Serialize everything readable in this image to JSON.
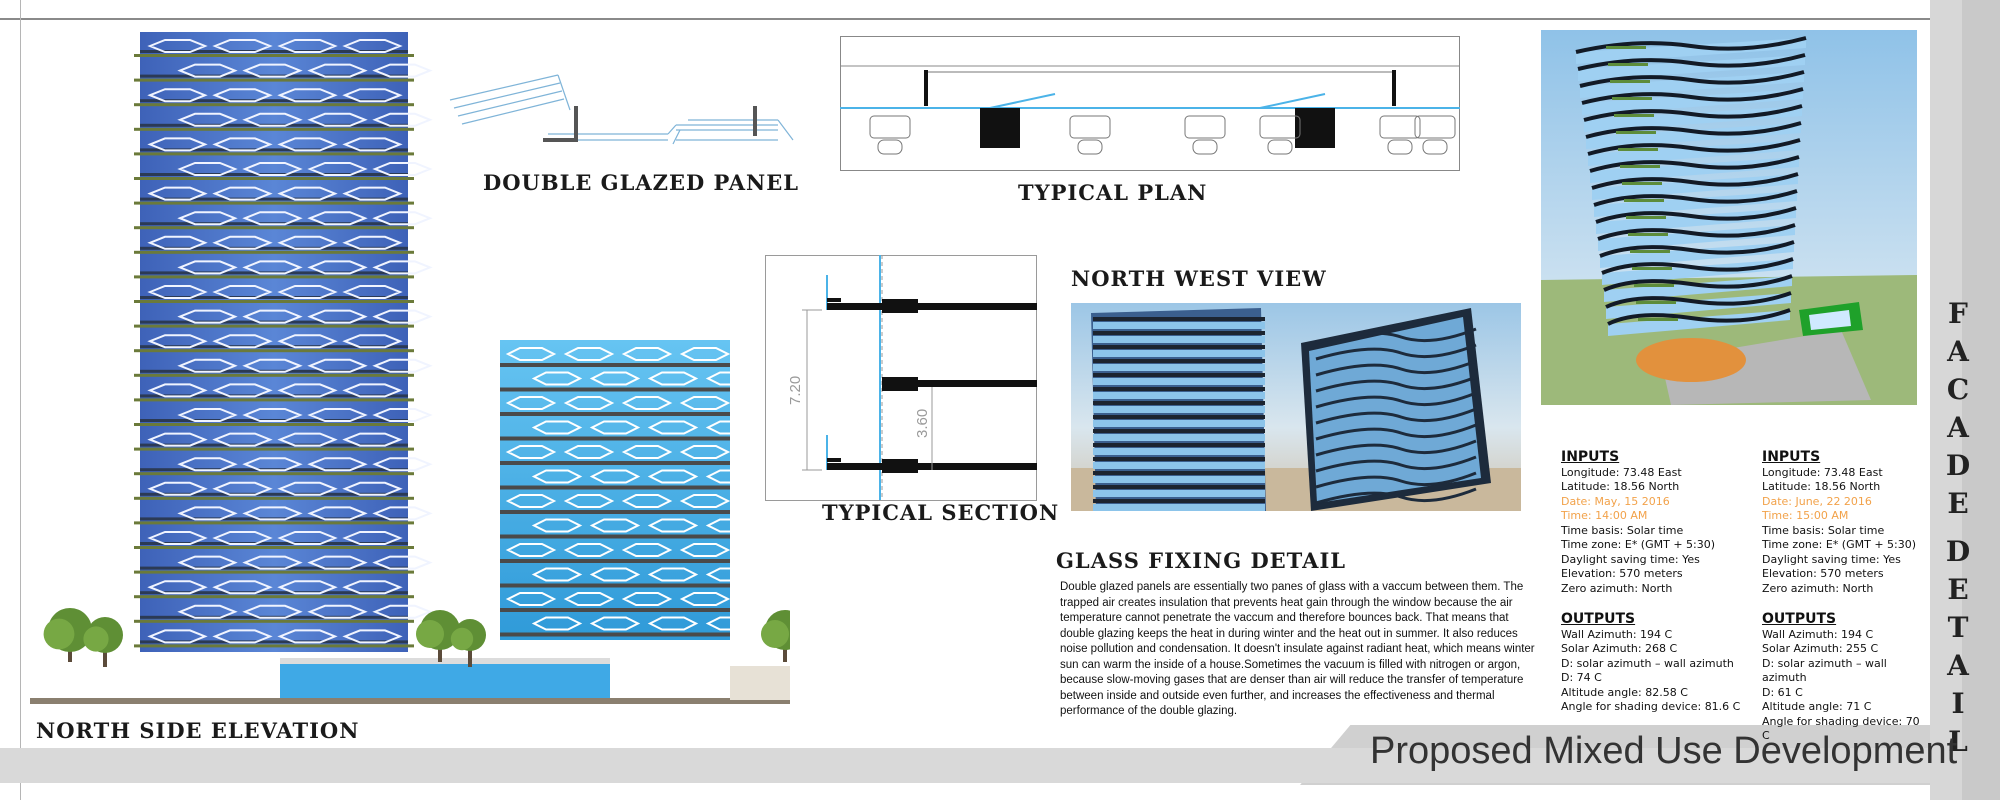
{
  "labels": {
    "double_glazed_panel": "DOUBLE GLAZED PANEL",
    "typical_plan": "TYPICAL PLAN",
    "typical_section": "TYPICAL SECTION",
    "north_west_view": "NORTH WEST VIEW",
    "glass_fixing_detail": "GLASS FIXING DETAIL",
    "north_side_elevation": "NORTH SIDE ELEVATION",
    "footer_title": "Proposed Mixed Use Development",
    "side_title_letters_1": [
      "F",
      "A",
      "C",
      "A",
      "D",
      "E"
    ],
    "side_title_letters_2": [
      "D",
      "E",
      "T",
      "A",
      "I",
      "L"
    ]
  },
  "section_dims": {
    "dim_a": "7.20",
    "dim_b": "3.60"
  },
  "glass_fixing_paragraph": "Double glazed panels are essentially two panes of glass with a vaccum between them. The trapped air creates insulation that prevents heat gain through the window because the air temperature cannot penetrate the vaccum and therefore bounces back. That means that double glazing keeps the heat in during winter and the heat out in summer. It also reduces noise pollution and condensation. It doesn't insulate against radiant heat, which means winter sun can warm the inside of a house.Sometimes the vacuum is filled with nitrogen or argon, because slow-moving gases that are denser than air will reduce the transfer of temperature between inside and outside even further, and increases the effectiveness and thermal performance of the double glazing.",
  "solar_data": [
    {
      "inputs_heading": "INPUTS",
      "longitude": "Longitude: 73.48 East",
      "latitude": "Latitude: 18.56 North",
      "date": "Date: May, 15 2016",
      "time": "Time: 14:00 AM",
      "time_basis": "Time basis: Solar time",
      "time_zone": "Time zone: E* (GMT + 5:30)",
      "daylight": "Daylight saving time: Yes",
      "elevation": "Elevation: 570 meters",
      "zero_azimuth": "Zero azimuth: North",
      "outputs_heading": "OUTPUTS",
      "wall_azimuth": "Wall Azimuth: 194 C",
      "solar_azimuth": "Solar Azimuth: 268 C",
      "d_formula": "D: solar azimuth – wall azimuth",
      "d_value": "D: 74 C",
      "altitude": "Altitude angle: 82.58 C",
      "shading": "Angle for shading device: 81.6 C"
    },
    {
      "inputs_heading": "INPUTS",
      "longitude": "Longitude: 73.48 East",
      "latitude": "Latitude: 18.56 North",
      "date": "Date: June, 22 2016",
      "time": "Time: 15:00 AM",
      "time_basis": "Time basis: Solar time",
      "time_zone": "Time zone: E* (GMT + 5:30)",
      "daylight": "Daylight saving time: Yes",
      "elevation": "Elevation: 570 meters",
      "zero_azimuth": "Zero azimuth: North",
      "outputs_heading": "OUTPUTS",
      "wall_azimuth": "Wall Azimuth: 194 C",
      "solar_azimuth": "Solar Azimuth: 255 C",
      "d_formula": "D: solar azimuth – wall azimuth",
      "d_value": "D: 61 C",
      "altitude": "Altitude angle: 71 C",
      "shading": "Angle for shading device: 70 C"
    }
  ],
  "colors": {
    "glass_blue": "#3aa6e6",
    "panel_blue": "#4f78c6",
    "frame_dark": "#1f2a3a",
    "tree_green": "#6c9a3e",
    "orange_text": "#f2a24a"
  }
}
